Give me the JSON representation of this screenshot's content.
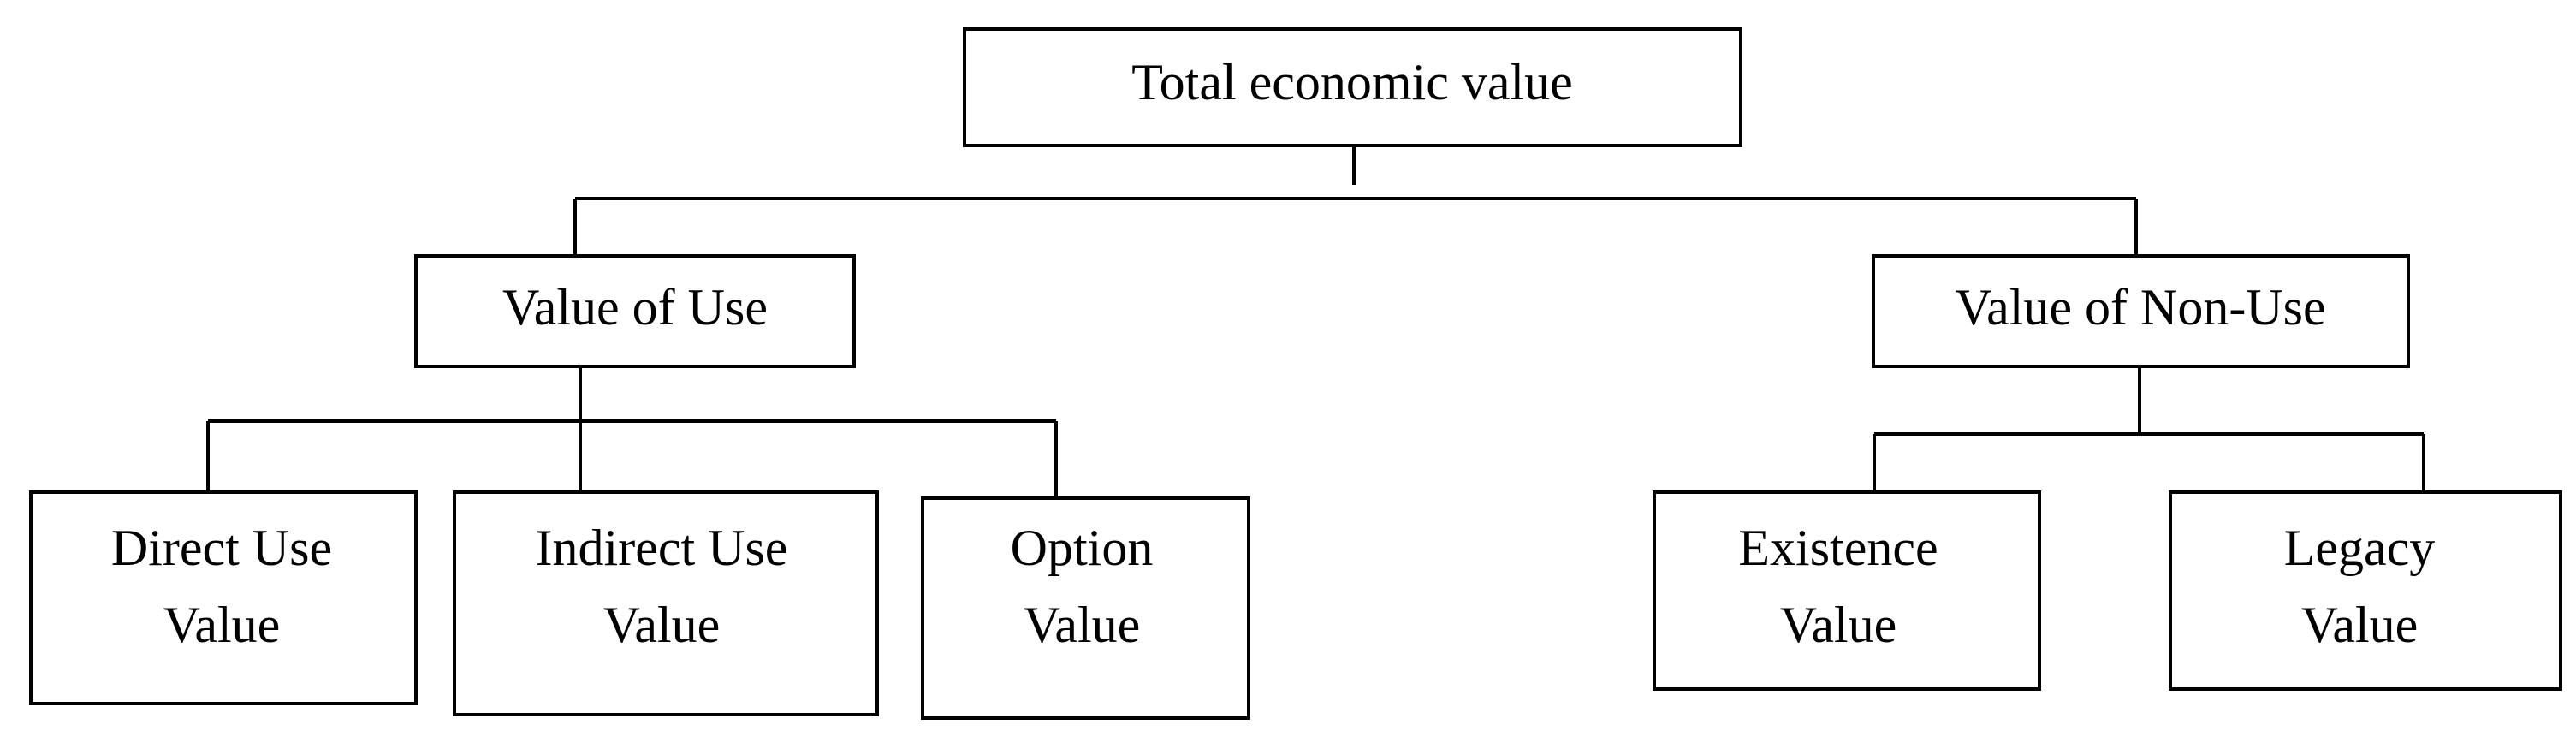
{
  "diagram": {
    "root": {
      "label": "Total economic value"
    },
    "use": {
      "label": "Value of Use",
      "children": [
        {
          "line1": "Direct Use",
          "line2": "Value"
        },
        {
          "line1": "Indirect Use",
          "line2": "Value"
        },
        {
          "line1": "Option",
          "line2": "Value"
        }
      ]
    },
    "non_use": {
      "label": "Value of Non-Use",
      "children": [
        {
          "line1": "Existence",
          "line2": "Value"
        },
        {
          "line1": "Legacy",
          "line2": "Value"
        }
      ]
    }
  },
  "colors": {
    "stroke": "#000000",
    "background": "#ffffff"
  }
}
